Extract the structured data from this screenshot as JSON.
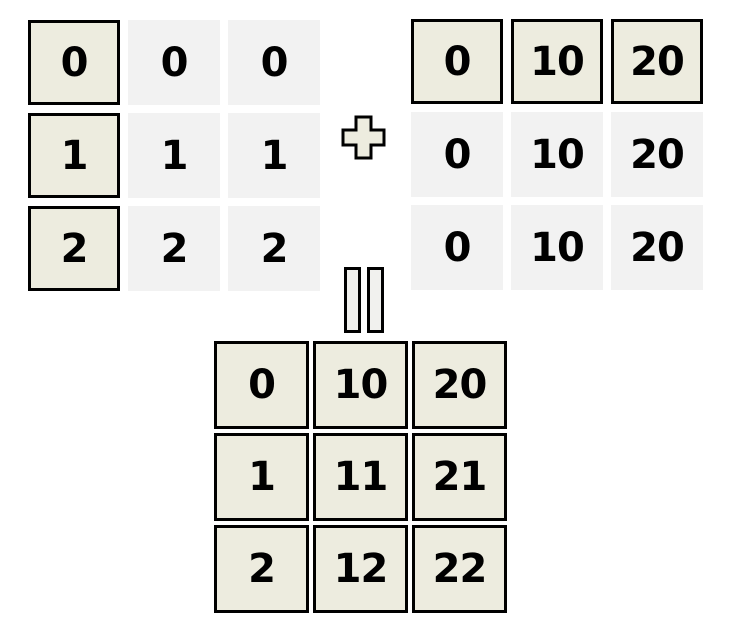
{
  "operators": {
    "plus": "+",
    "equals": "="
  },
  "colors": {
    "cell_fill": "#edecdf",
    "ghost_fill": "#f2f2f2",
    "cell_border": "#000000",
    "equals_fill": "#f1f1ee",
    "background": "#ffffff",
    "text_color": "#000000"
  },
  "matrix_a": {
    "rows": [
      [
        "0",
        "0",
        "0"
      ],
      [
        "1",
        "1",
        "1"
      ],
      [
        "2",
        "2",
        "2"
      ]
    ],
    "solid_region": "column-0"
  },
  "matrix_b": {
    "rows": [
      [
        "0",
        "10",
        "20"
      ],
      [
        "0",
        "10",
        "20"
      ],
      [
        "0",
        "10",
        "20"
      ]
    ],
    "solid_region": "row-0"
  },
  "matrix_result": {
    "rows": [
      [
        "0",
        "10",
        "20"
      ],
      [
        "1",
        "11",
        "21"
      ],
      [
        "2",
        "12",
        "22"
      ]
    ],
    "solid_region": "all"
  }
}
